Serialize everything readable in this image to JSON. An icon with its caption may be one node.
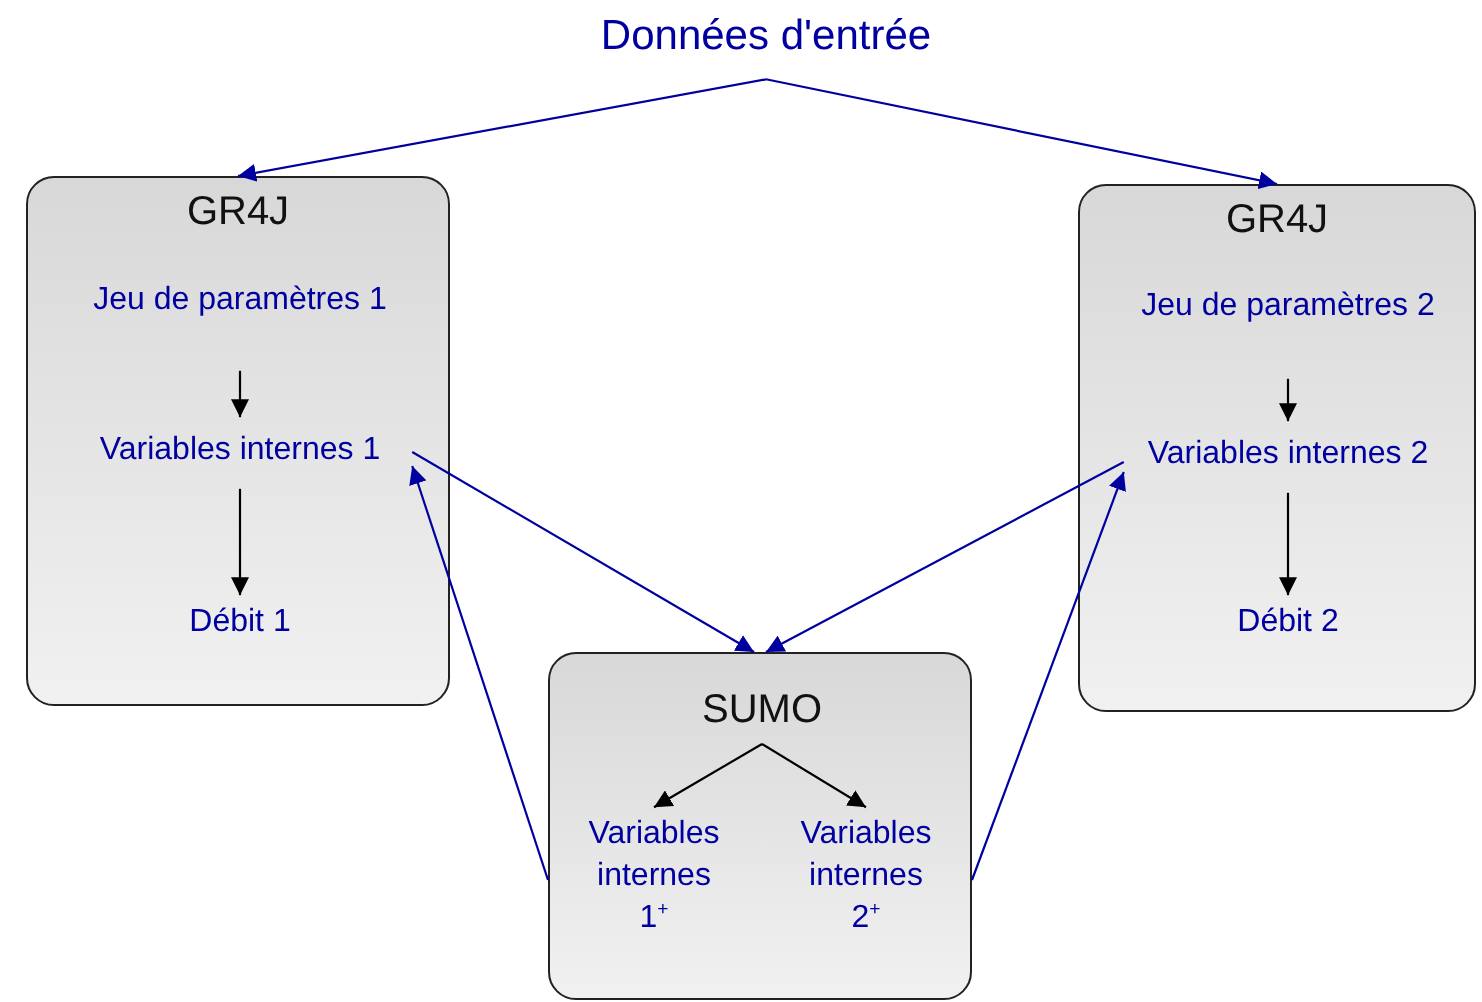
{
  "diagram": {
    "nodes": [
      {
        "text": [
          "Données d'entrée"
        ]
      },
      {
        "text": [
          "GR4J"
        ]
      },
      {
        "text": [
          "Jeu de paramètres 1"
        ],
        "in": 1
      },
      {
        "text": [
          "Variables internes 1"
        ],
        "in": 1
      },
      {
        "text": [
          "Débit 1"
        ],
        "in": 1
      },
      {
        "text": [
          "GR4J"
        ]
      },
      {
        "text": [
          "Jeu de paramètres 2"
        ],
        "in": 5
      },
      {
        "text": [
          "Variables internes 2"
        ],
        "in": 5
      },
      {
        "text": [
          "Débit 2"
        ],
        "in": 5
      },
      {
        "text": [],
        "shape": "box"
      },
      {
        "text": [
          "SUMO"
        ],
        "in": 9
      },
      {
        "text": [
          "Variables internes 1$^{+}$"
        ],
        "in": 9
      },
      {
        "text": [
          "Variables internes 2$^{+}$"
        ],
        "in": 9
      }
    ],
    "edges": [
      {
        "from": 0,
        "to": 1,
        "arrow": "to"
      },
      {
        "from": 0,
        "to": 5,
        "arrow": "to"
      },
      {
        "from": 2,
        "to": 3,
        "arrow": "to",
        "color": "#000000"
      },
      {
        "from": 3,
        "to": 4,
        "arrow": "to",
        "color": "#000000"
      },
      {
        "from": 6,
        "to": 7,
        "arrow": "to",
        "color": "#000000"
      },
      {
        "from": 7,
        "to": 8,
        "arrow": "to",
        "color": "#000000"
      },
      {
        "from": 3,
        "to": 9,
        "arrow": "to"
      },
      {
        "from": 7,
        "to": 9,
        "arrow": "to"
      },
      {
        "from": 9,
        "to": 3,
        "arrow": "to"
      },
      {
        "from": 9,
        "to": 7,
        "arrow": "to"
      },
      {
        "from": 10,
        "to": 11,
        "arrow": "to",
        "color": "#000000"
      },
      {
        "from": 10,
        "to": 12,
        "arrow": "to",
        "color": "#000000"
      }
    ]
  }
}
